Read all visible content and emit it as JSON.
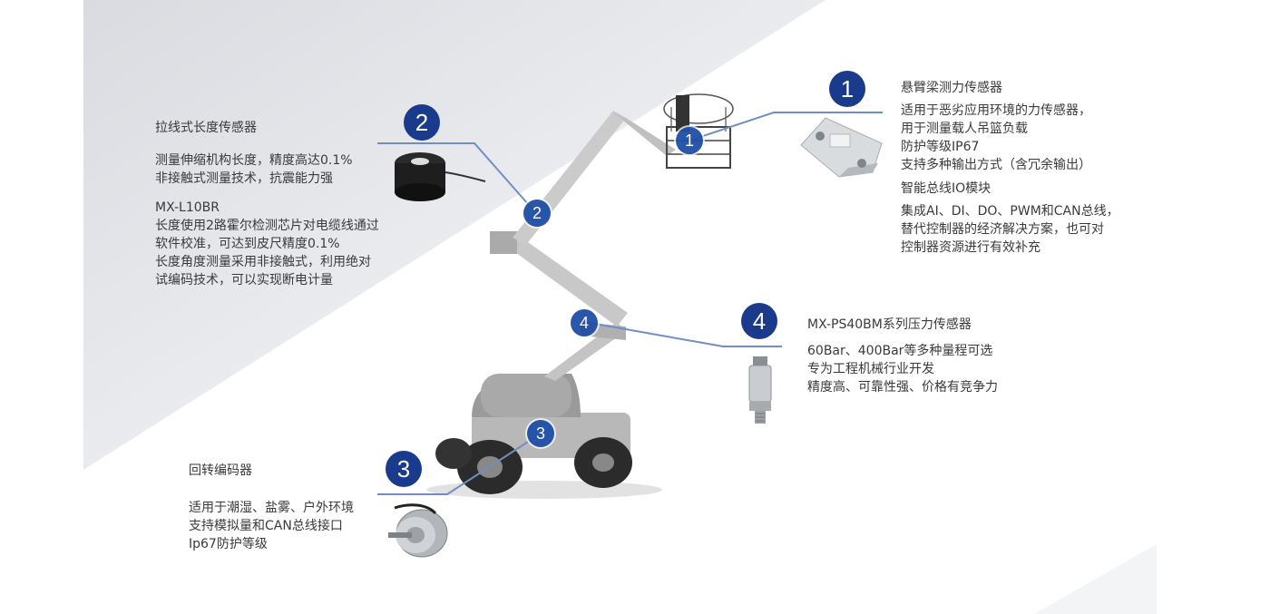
{
  "sensors": [
    {
      "number": "1",
      "title": "悬臂梁测力传感器",
      "lines": [
        "适用于恶劣应用环境的力传感器，",
        "用于测量载人吊篮负载",
        "防护等级IP67",
        "支持多种输出方式（含冗余输出）"
      ],
      "subtitle": "智能总线IO模块",
      "sublines": [
        "集成AI、DI、DO、PWM和CAN总线，",
        "替代控制器的经济解决方案，也可对",
        "控制器资源进行有效补充"
      ]
    },
    {
      "number": "2",
      "title": "拉线式长度传感器",
      "lines": [
        "测量伸缩机构长度，精度高达0.1%",
        "非接触式测量技术，抗震能力强"
      ],
      "subtitle": "MX-L10BR",
      "sublines": [
        "长度使用2路霍尔检测芯片对电缆线通过",
        "软件校准，可达到皮尺精度0.1%",
        "长度角度测量采用非接触式，利用绝对",
        "试编码技术，可以实现断电计量"
      ]
    },
    {
      "number": "3",
      "title": "回转编码器",
      "lines": [
        "适用于潮湿、盐雾、户外环境",
        "支持模拟量和CAN总线接口",
        "Ip67防护等级"
      ]
    },
    {
      "number": "4",
      "title": "MX-PS40BM系列压力传感器",
      "lines": [
        "60Bar、400Bar等多种量程可选",
        "专为工程机械行业开发",
        "精度高、可靠性强、价格有竞争力"
      ]
    }
  ],
  "colors": {
    "badge": "#1a3a8c",
    "line": "#6f8fc4"
  }
}
